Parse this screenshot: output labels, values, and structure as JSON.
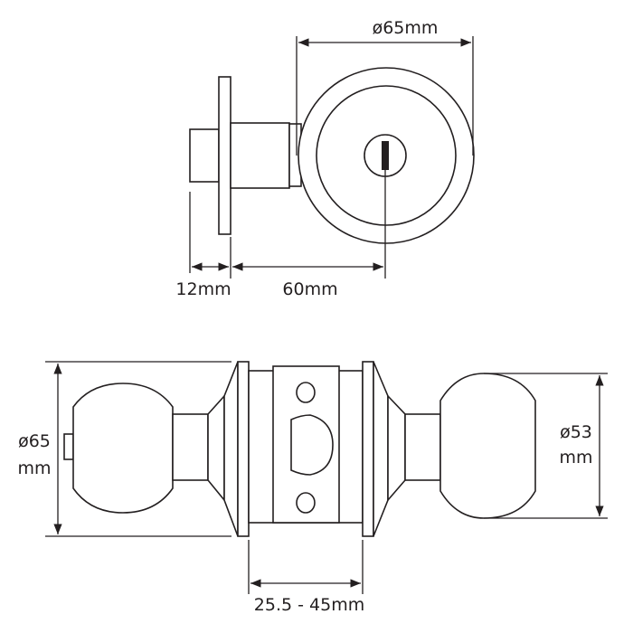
{
  "top_view": {
    "diameter_label": "ø65mm",
    "rose_depth_label": "12mm",
    "backset_label": "60mm"
  },
  "side_view": {
    "rose_diameter_label_line1": "ø65",
    "rose_diameter_label_line2": "mm",
    "knob_diameter_label_line1": "ø53",
    "knob_diameter_label_line2": "mm",
    "door_thickness_label": "25.5 - 45mm"
  }
}
